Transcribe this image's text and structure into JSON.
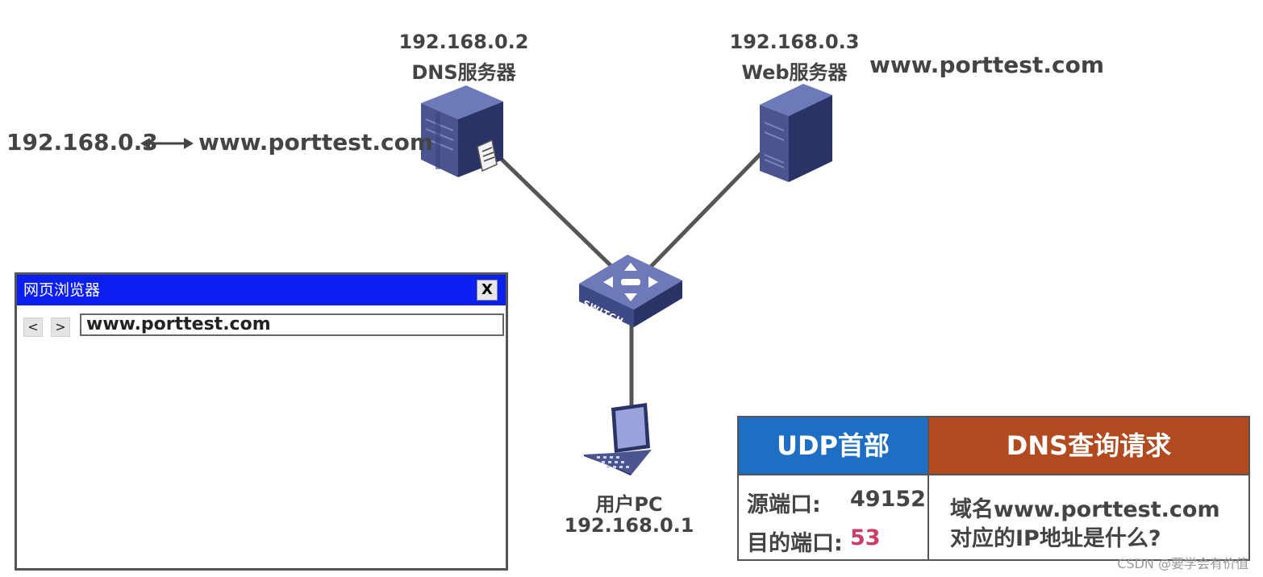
{
  "dns_server": {
    "ip": "192.168.0.2",
    "name": "DNS服务器"
  },
  "web_server": {
    "ip": "192.168.0.3",
    "name": "Web服务器",
    "domain": "www.porttest.com"
  },
  "dns_mapping": {
    "ip": "192.168.0.3",
    "domain": "www.porttest.com"
  },
  "switch": {
    "label": "SWITCH"
  },
  "user_pc": {
    "name": "用户PC",
    "ip": "192.168.0.1"
  },
  "browser": {
    "title": "网页浏览器",
    "close_label": "X",
    "back_label": "<",
    "forward_label": ">",
    "address": "www.porttest.com"
  },
  "packet": {
    "udp_header": "UDP首部",
    "dns_header": "DNS查询请求",
    "src_port_label": "源端口:",
    "src_port_value": "49152",
    "dst_port_label": "目的端口:",
    "dst_port_value": "53",
    "query_line1": "域名www.porttest.com",
    "query_line2": "对应的IP地址是什么?"
  },
  "watermark": "CSDN @要学会有价值",
  "colors": {
    "browser_title_bar": "#0a1ff0",
    "udp_header": "#1e6fc4",
    "dns_header": "#b24a20",
    "dst_port_value": "#c8406a",
    "link_line": "#555555"
  }
}
